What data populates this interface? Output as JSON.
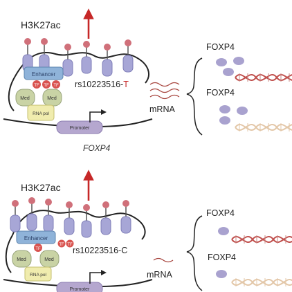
{
  "colors": {
    "arrow_red": "#c62828",
    "nucleosome": "#a7a6d6",
    "nucleosome_dark": "#7f7eb8",
    "mark": "#d0707a",
    "enhancer": "#8fb3d9",
    "tf": "#d9534f",
    "mediator": "#c9d3a5",
    "rnapol": "#f0ecae",
    "promoter": "#b5a7cf",
    "protein": "#a9a2cf",
    "dna_strong": "#c0504d",
    "dna_weak": "#e3c7a8"
  },
  "top_panel": {
    "histone_mark": "H3K27ac",
    "enhancer": "Enhancer",
    "tf": "TF",
    "mediator": "Med",
    "rna_pol": "RNA pol",
    "promoter": "Promoter",
    "gene": "FOXP4",
    "snp_prefix": "rs10223516-",
    "snp_allele": "T",
    "mrna": "mRNA",
    "protein_label_1": "FOXP4",
    "protein_label_2": "FOXP4"
  },
  "bottom_panel": {
    "histone_mark": "H3K27ac",
    "enhancer": "Enhancer",
    "tf": "TF",
    "mediator": "Med",
    "rna_pol": "RNA pol",
    "promoter": "Promoter",
    "snp_label": "rs10223516-C",
    "mrna": "mRNA",
    "protein_label_1": "FOXP4",
    "protein_label_2": "FOXP4"
  }
}
